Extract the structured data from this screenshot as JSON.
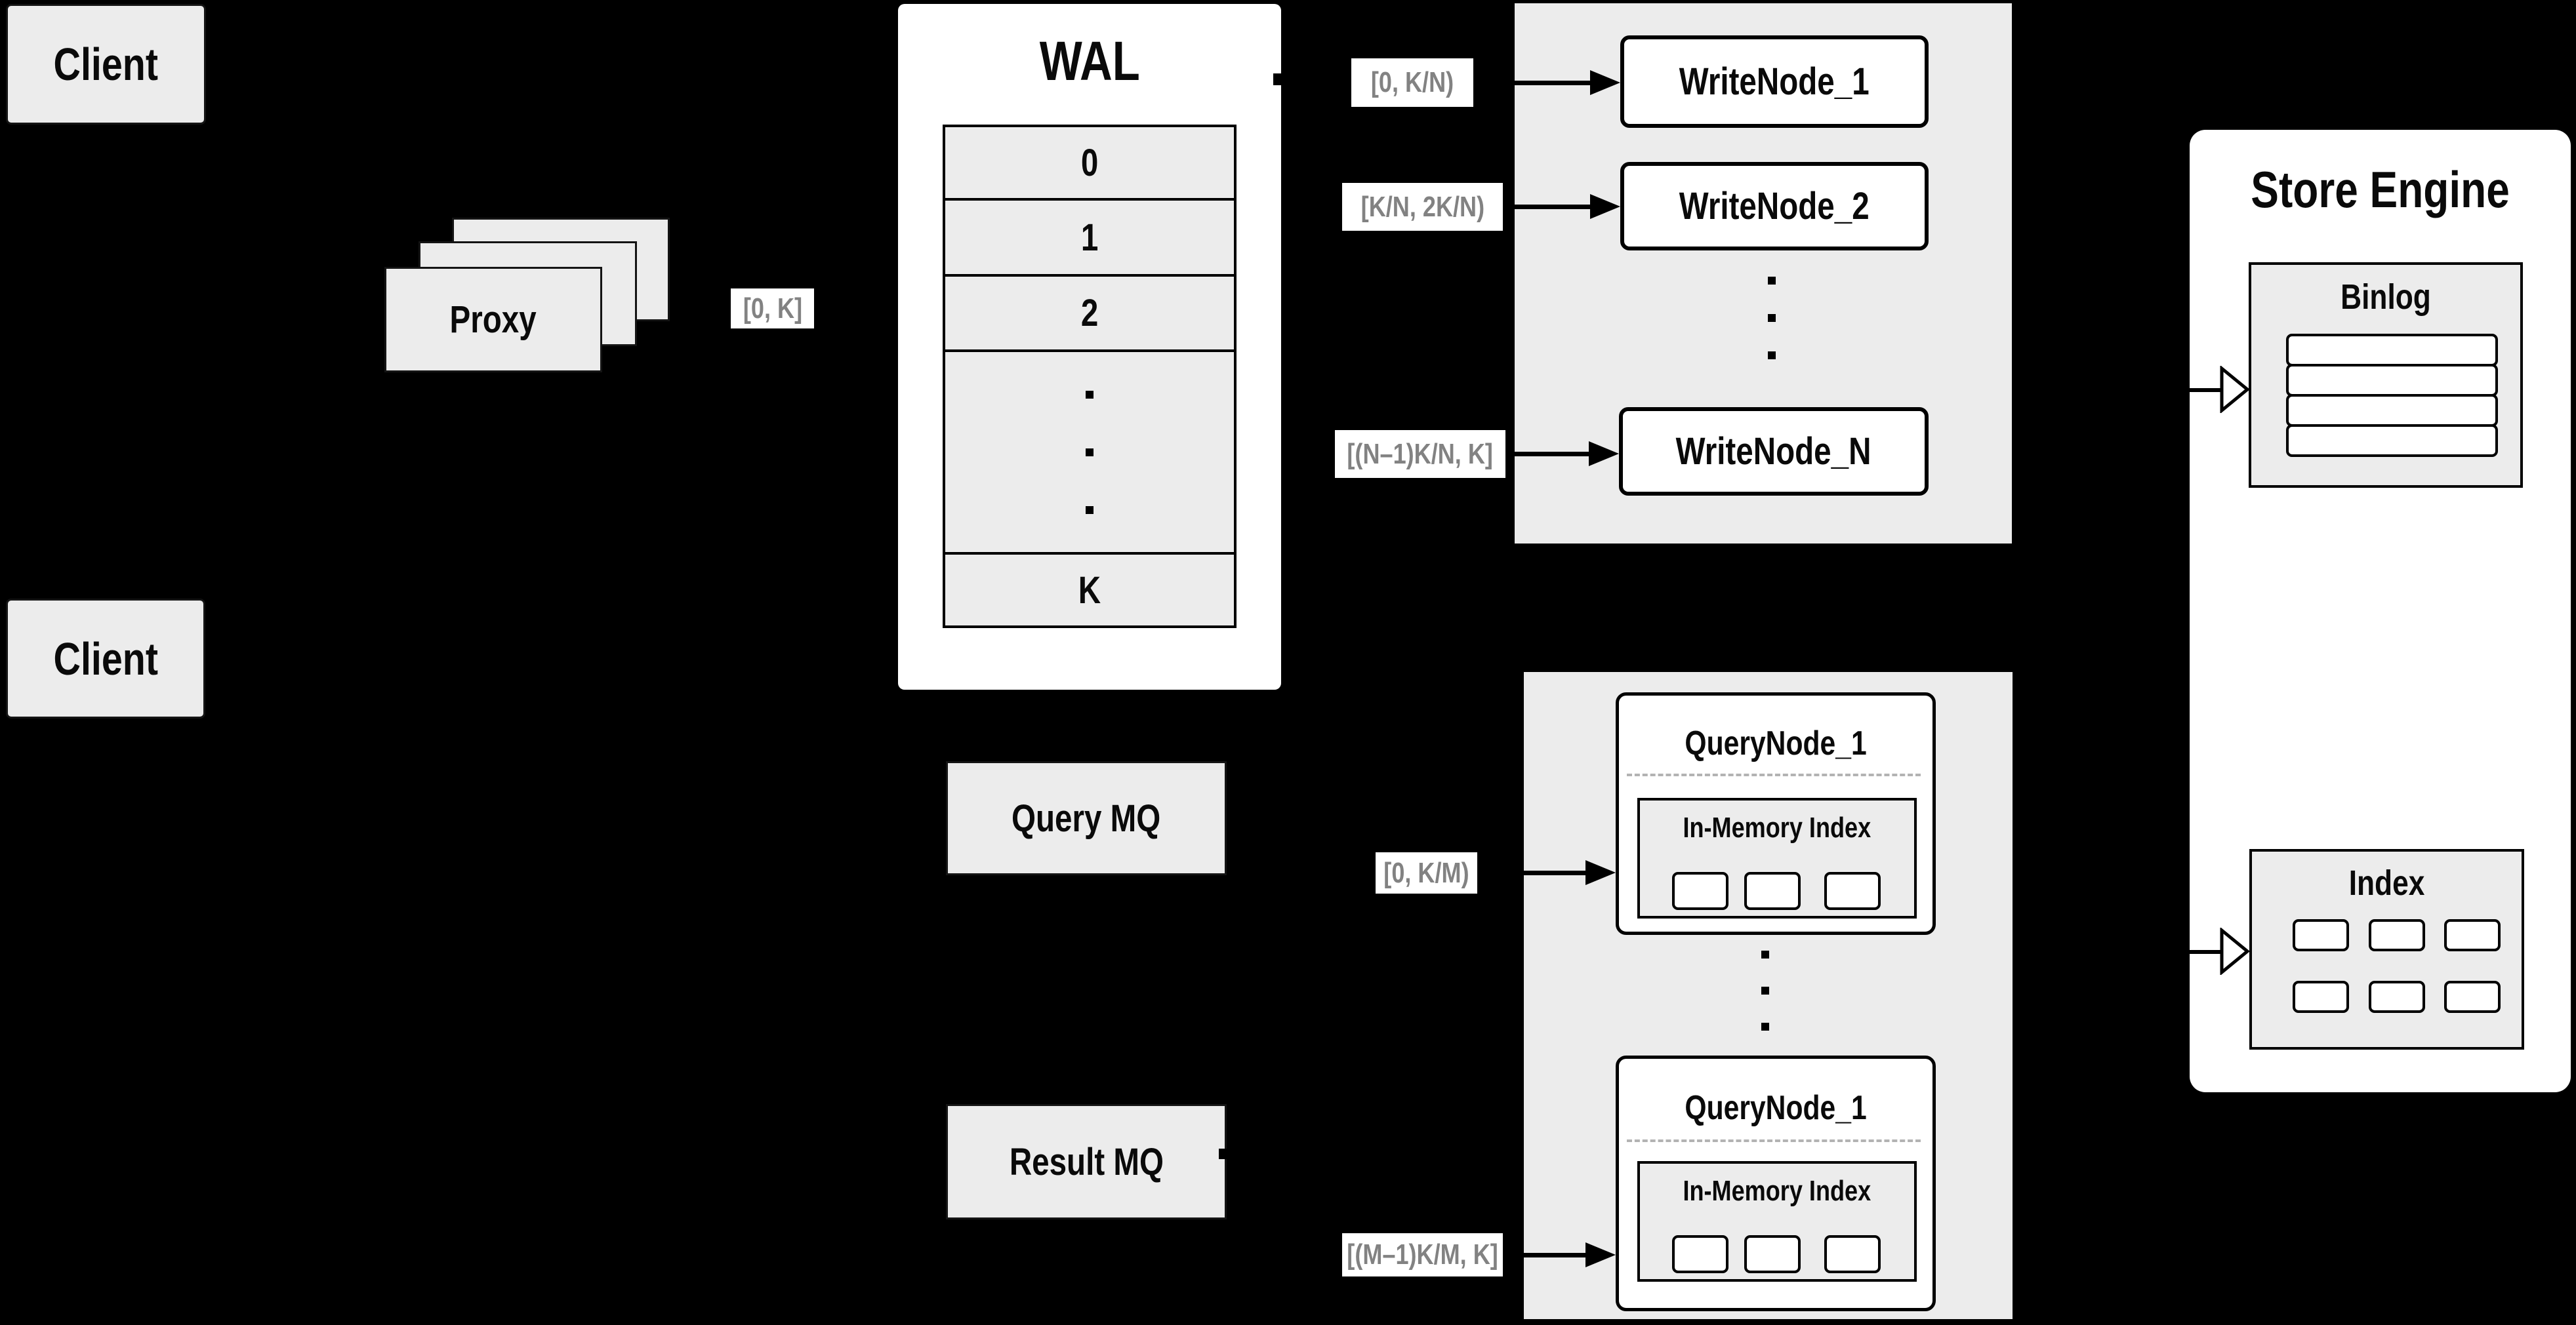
{
  "colors": {
    "background": "#000000",
    "panel_gray": "#ececec",
    "box_white": "#ffffff",
    "line_black": "#000000",
    "range_label_text": "#828282",
    "dashed_separator": "#b3b3b3"
  },
  "clients": {
    "top": "Client",
    "bottom": "Client"
  },
  "proxy": {
    "label": "Proxy",
    "range": "[0, K]"
  },
  "wal": {
    "title": "WAL",
    "rows": [
      "0",
      "1",
      "2"
    ],
    "tail": "K"
  },
  "write": {
    "nodes": [
      "WriteNode_1",
      "WriteNode_2",
      "WriteNode_N"
    ],
    "ranges": [
      "[0, K/N)",
      "[K/N, 2K/N)",
      "[(N–1)K/N, K]"
    ]
  },
  "mq": {
    "query": "Query MQ",
    "result": "Result MQ"
  },
  "qnodes": [
    {
      "title": "QueryNode_1",
      "subtitle": "In-Memory Index",
      "range": "[0, K/M)"
    },
    {
      "title": "QueryNode_1",
      "subtitle": "In-Memory Index",
      "range": "[(M–1)K/M, K]"
    }
  ],
  "store": {
    "title": "Store Engine",
    "binlog": "Binlog",
    "index": "Index"
  }
}
